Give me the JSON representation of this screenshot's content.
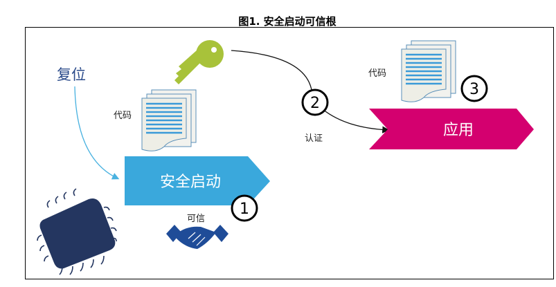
{
  "title": "图1. 安全启动可信根",
  "labels": {
    "reset": "复位",
    "code_left": "代码",
    "code_right": "代码",
    "secure_boot": "安全启动",
    "application": "应用",
    "trusted": "可信",
    "authentication": "认证"
  },
  "steps": [
    "1",
    "2",
    "3"
  ],
  "colors": {
    "secure_boot": "#3aa8dc",
    "application": "#d4006f",
    "key": "#a8c23a",
    "chip": "#243660",
    "handshake": "#1f4c98",
    "reset_text": "#2a4a8a",
    "doc_lines": "#3a9ad8"
  }
}
